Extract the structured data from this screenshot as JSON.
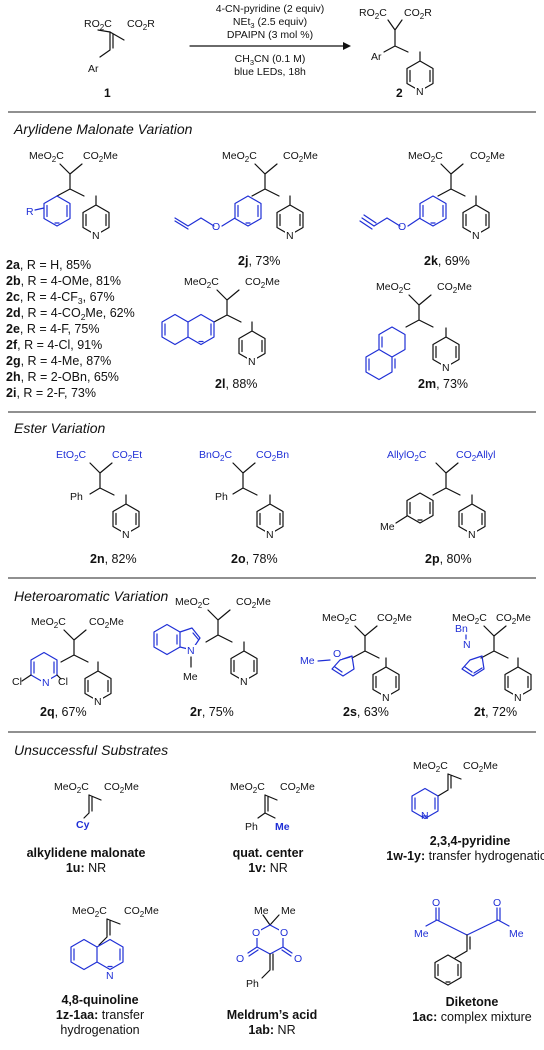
{
  "colors": {
    "blue": "#1f2fd6",
    "text": "#111111",
    "rule": "#222222"
  },
  "scheme": {
    "reagents": [
      "4-CN-pyridine (2 equiv)",
      "NEt",
      "3",
      " (2.5 equiv)",
      "DPAIPN (3 mol %)",
      "CH",
      "3",
      "CN (0.1 M)",
      "blue LEDs, 18h"
    ],
    "start_label": "1",
    "product_label": "2",
    "start": {
      "ro2c": "RO",
      "ro2c_sub": "2",
      "ro2c_c": "C",
      "co2r": "CO",
      "co2r_sub": "2",
      "co2r_r": "R",
      "ar": "Ar"
    },
    "product": {
      "ro2c": "RO",
      "ro2c_sub": "2",
      "ro2c_c": "C",
      "co2r": "CO",
      "co2r_sub": "2",
      "co2r_r": "R",
      "ar": "Ar",
      "n": "N"
    }
  },
  "sections": {
    "arylidene": "Arylidene Malonate Variation",
    "ester": "Ester Variation",
    "hetero": "Heteroaromatic Variation",
    "unsuccessful": "Unsuccessful Substrates"
  },
  "groups": {
    "meo2c": "MeO",
    "co2me": "CO",
    "sub2": "2",
    "c": "C",
    "me": "Me",
    "n": "N",
    "r": "R",
    "o": "O",
    "eto2c": "EtO",
    "co2et": "CO",
    "et": "Et",
    "bno2c": "BnO",
    "co2bn": "CO",
    "bn": "Bn",
    "allylo2c": "AllylO",
    "co2allyl": "CO",
    "allyl": "Allyl",
    "ph": "Ph",
    "cl": "Cl",
    "cy": "Cy"
  },
  "arylidene_list": [
    {
      "id": "2a",
      "rest": ", R = H, 85%"
    },
    {
      "id": "2b",
      "rest": ", R = 4-OMe, 81%"
    },
    {
      "id": "2c",
      "rest": ", R = 4-CF",
      "sub": "3",
      "tail": ", 67%"
    },
    {
      "id": "2d",
      "rest": ", R = 4-CO",
      "sub": "2",
      "tail": "Me, 62%"
    },
    {
      "id": "2e",
      "rest": ", R = 4-F, 75%"
    },
    {
      "id": "2f",
      "rest": ", R = 4-Cl, 91%"
    },
    {
      "id": "2g",
      "rest": ", R = 4-Me, 87%"
    },
    {
      "id": "2h",
      "rest": ", R = 2-OBn, 65%"
    },
    {
      "id": "2i",
      "rest": ", R = 2-F, 73%"
    }
  ],
  "products": {
    "2j": {
      "id": "2j",
      "yield": ", 73%"
    },
    "2k": {
      "id": "2k",
      "yield": ", 69%"
    },
    "2l": {
      "id": "2l",
      "yield": ", 88%"
    },
    "2m": {
      "id": "2m",
      "yield": ", 73%"
    },
    "2n": {
      "id": "2n",
      "yield": ", 82%"
    },
    "2o": {
      "id": "2o",
      "yield": ", 78%"
    },
    "2p": {
      "id": "2p",
      "yield": ", 80%"
    },
    "2q": {
      "id": "2q",
      "yield": ", 67%"
    },
    "2r": {
      "id": "2r",
      "yield": ", 75%"
    },
    "2s": {
      "id": "2s",
      "yield": ", 63%"
    },
    "2t": {
      "id": "2t",
      "yield": ", 72%"
    }
  },
  "unsuccessful": {
    "u": {
      "title": "alkylidene malonate",
      "id": "1u:",
      "result": " NR"
    },
    "v": {
      "title": "quat. center",
      "id": "1v:",
      "result": " NR"
    },
    "w": {
      "title": "2,3,4-pyridine",
      "id": "1w-1y:",
      "result": " transfer hydrogenation"
    },
    "z": {
      "title": "4,8-quinoline",
      "id": "1z-1aa:",
      "result": " transfer",
      "result2": "hydrogenation"
    },
    "ab": {
      "title": "Meldrum’s acid",
      "id": "1ab:",
      "result": " NR"
    },
    "ac": {
      "title": "Diketone",
      "id": "1ac:",
      "result": " complex mixture"
    }
  }
}
